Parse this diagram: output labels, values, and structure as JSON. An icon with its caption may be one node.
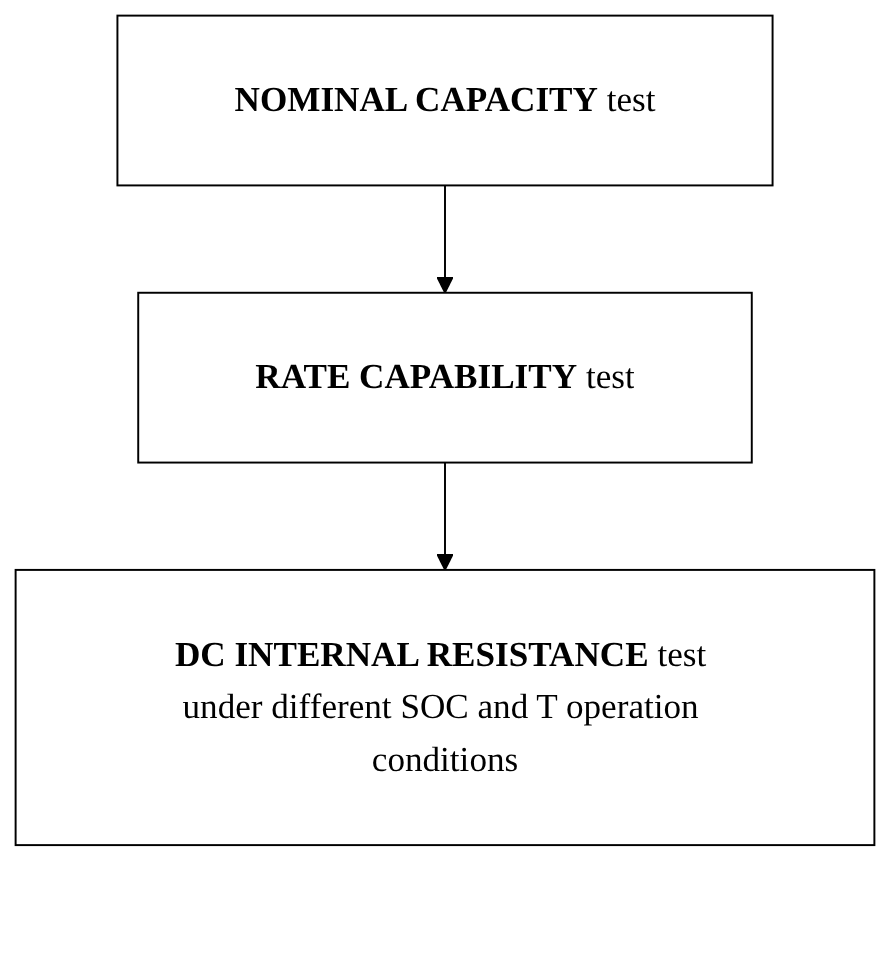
{
  "diagram": {
    "nodes": [
      {
        "text": [
          "**NOMINAL CAPACITY** test"
        ]
      },
      {
        "text": [
          "**RATE CAPABILITY** test"
        ]
      },
      {
        "text": [
          "**DC INTERNAL RESISTANCE** test under different SOC and T operation conditions"
        ]
      }
    ],
    "edges": [
      {
        "from": 0,
        "to": 1,
        "arrow": "to"
      },
      {
        "from": 1,
        "to": 2,
        "arrow": "to"
      }
    ]
  }
}
